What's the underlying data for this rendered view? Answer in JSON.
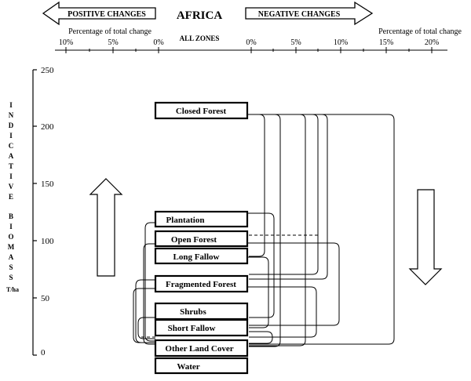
{
  "header": {
    "title": "AFRICA",
    "subtitle": "ALL ZONES",
    "positive_label": "POSITIVE CHANGES",
    "negative_label": "NEGATIVE CHANGES",
    "left_scale_title": "Percentage of total change",
    "right_scale_title": "Percentage of total change",
    "left_ticks": [
      "10%",
      "5%",
      "0%"
    ],
    "right_ticks": [
      "0%",
      "5%",
      "10%",
      "15%",
      "20%"
    ]
  },
  "y_axis": {
    "label_letters": [
      "I",
      "N",
      "D",
      "I",
      "C",
      "A",
      "T",
      "I",
      "V",
      "E",
      "",
      "B",
      "I",
      "O",
      "M",
      "A",
      "S",
      "S"
    ],
    "unit": "T/ha",
    "ticks": [
      "250",
      "200",
      "150",
      "100",
      "50",
      "0"
    ]
  },
  "classes": [
    {
      "label": "Closed Forest"
    },
    {
      "label": "Plantation"
    },
    {
      "label": "Open Forest"
    },
    {
      "label": "Long Fallow"
    },
    {
      "label": "Fragmented Forest"
    },
    {
      "label": "Shrubs"
    },
    {
      "label": "Short Fallow"
    },
    {
      "label": "Other Land Cover"
    },
    {
      "label": "Water"
    }
  ]
}
